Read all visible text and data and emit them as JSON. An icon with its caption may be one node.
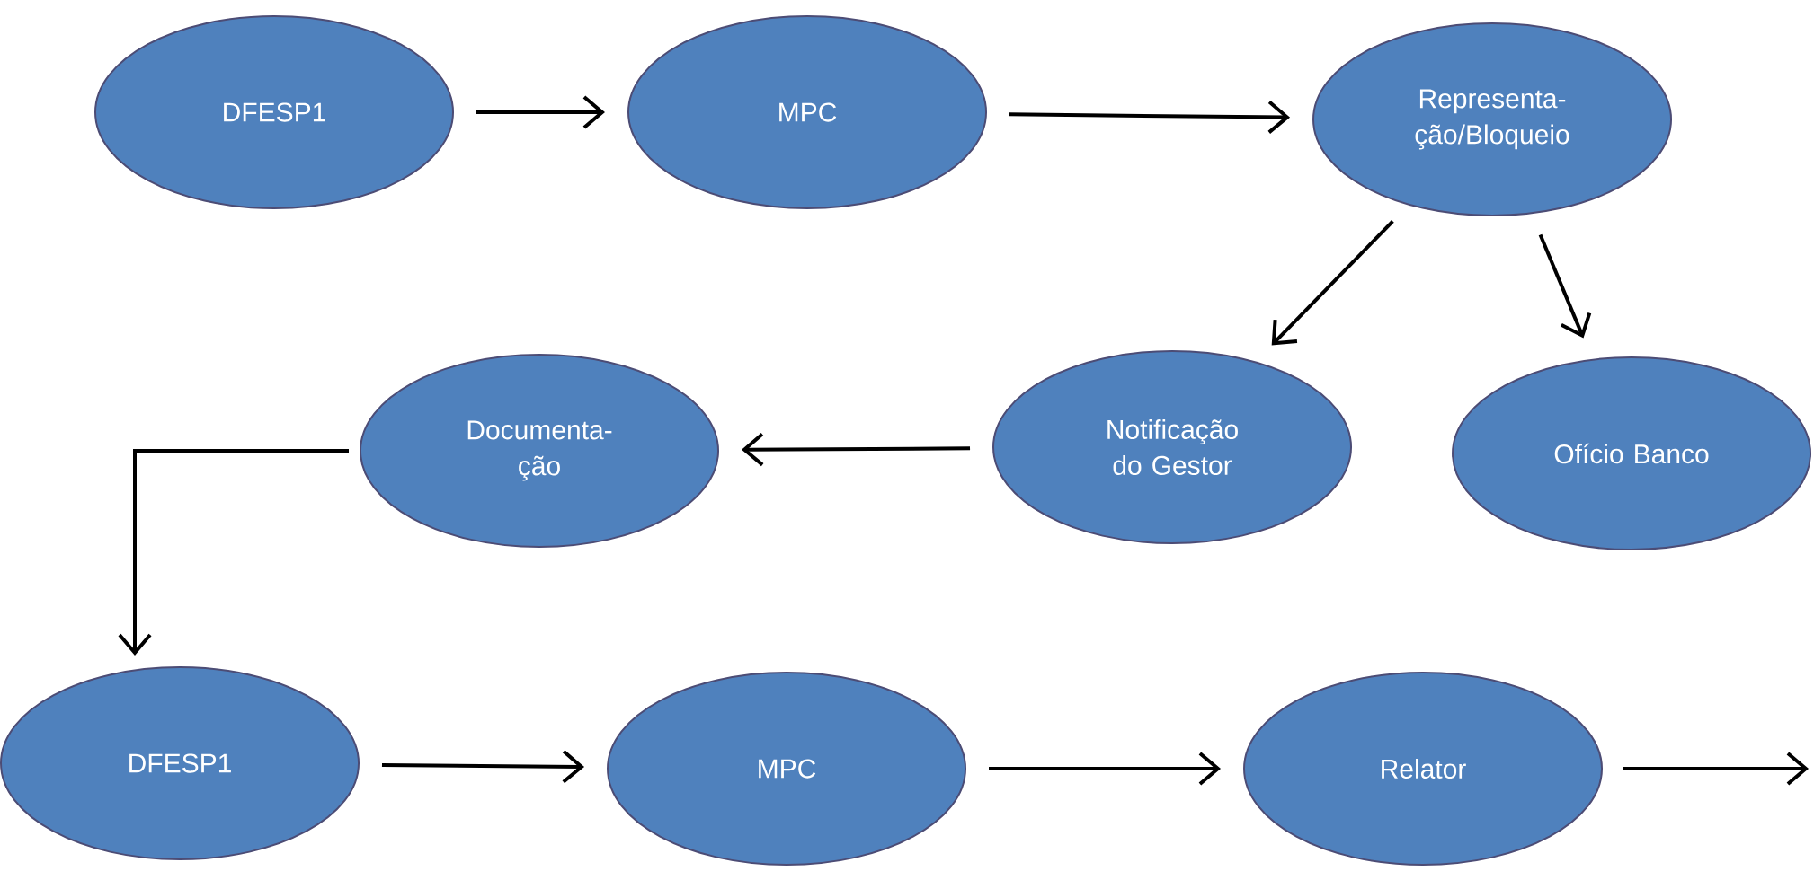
{
  "diagram": {
    "nodes": [
      {
        "text": [
          "DFESP1"
        ]
      },
      {
        "text": [
          "MPC"
        ]
      },
      {
        "text": [
          "Representa- ção/Bloqueio"
        ]
      },
      {
        "text": [
          "Notificação do Gestor"
        ]
      },
      {
        "text": [
          "Ofício Banco"
        ]
      },
      {
        "text": [
          "Documenta- ção"
        ]
      },
      {
        "text": [
          "DFESP1"
        ]
      },
      {
        "text": [
          "MPC"
        ]
      },
      {
        "text": [
          "Relator"
        ]
      }
    ],
    "edges": [
      {
        "from": 0,
        "to": 1,
        "arrow": "to"
      },
      {
        "from": 1,
        "to": 2,
        "arrow": "to"
      },
      {
        "from": 2,
        "to": 3,
        "arrow": "to"
      },
      {
        "from": 2,
        "to": 4,
        "arrow": "to"
      },
      {
        "from": 3,
        "to": 5,
        "arrow": "to"
      },
      {
        "from": 5,
        "to": 6,
        "arrow": "to"
      },
      {
        "from": 6,
        "to": 7,
        "arrow": "to"
      },
      {
        "from": 7,
        "to": 8,
        "arrow": "to"
      },
      {
        "from": 8,
        "to": null,
        "arrow": "to"
      }
    ]
  }
}
